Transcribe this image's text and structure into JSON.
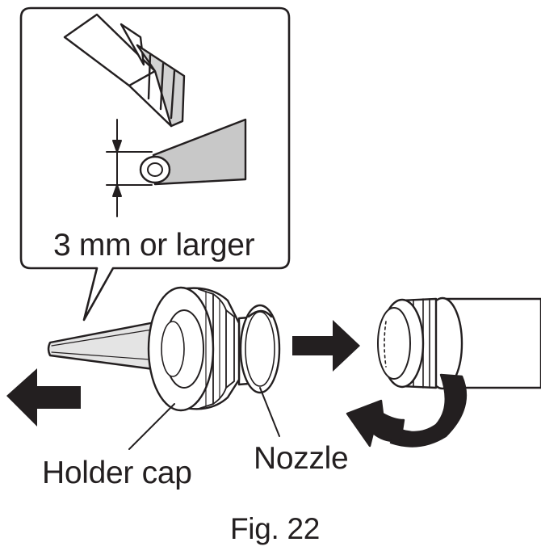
{
  "callout": {
    "size_label": "3 mm or larger"
  },
  "labels": {
    "holder_cap": "Holder cap",
    "nozzle": "Nozzle"
  },
  "figure": {
    "caption": "Fig. 22"
  },
  "colors": {
    "ink": "#231f20",
    "fill_gray": "#c8c8c8",
    "light_gray": "#e4e4e4",
    "background": "#ffffff"
  },
  "icons": [
    "cutter-blade-icon",
    "arrow-left-icon",
    "arrow-right-icon",
    "rotate-arrow-icon"
  ]
}
